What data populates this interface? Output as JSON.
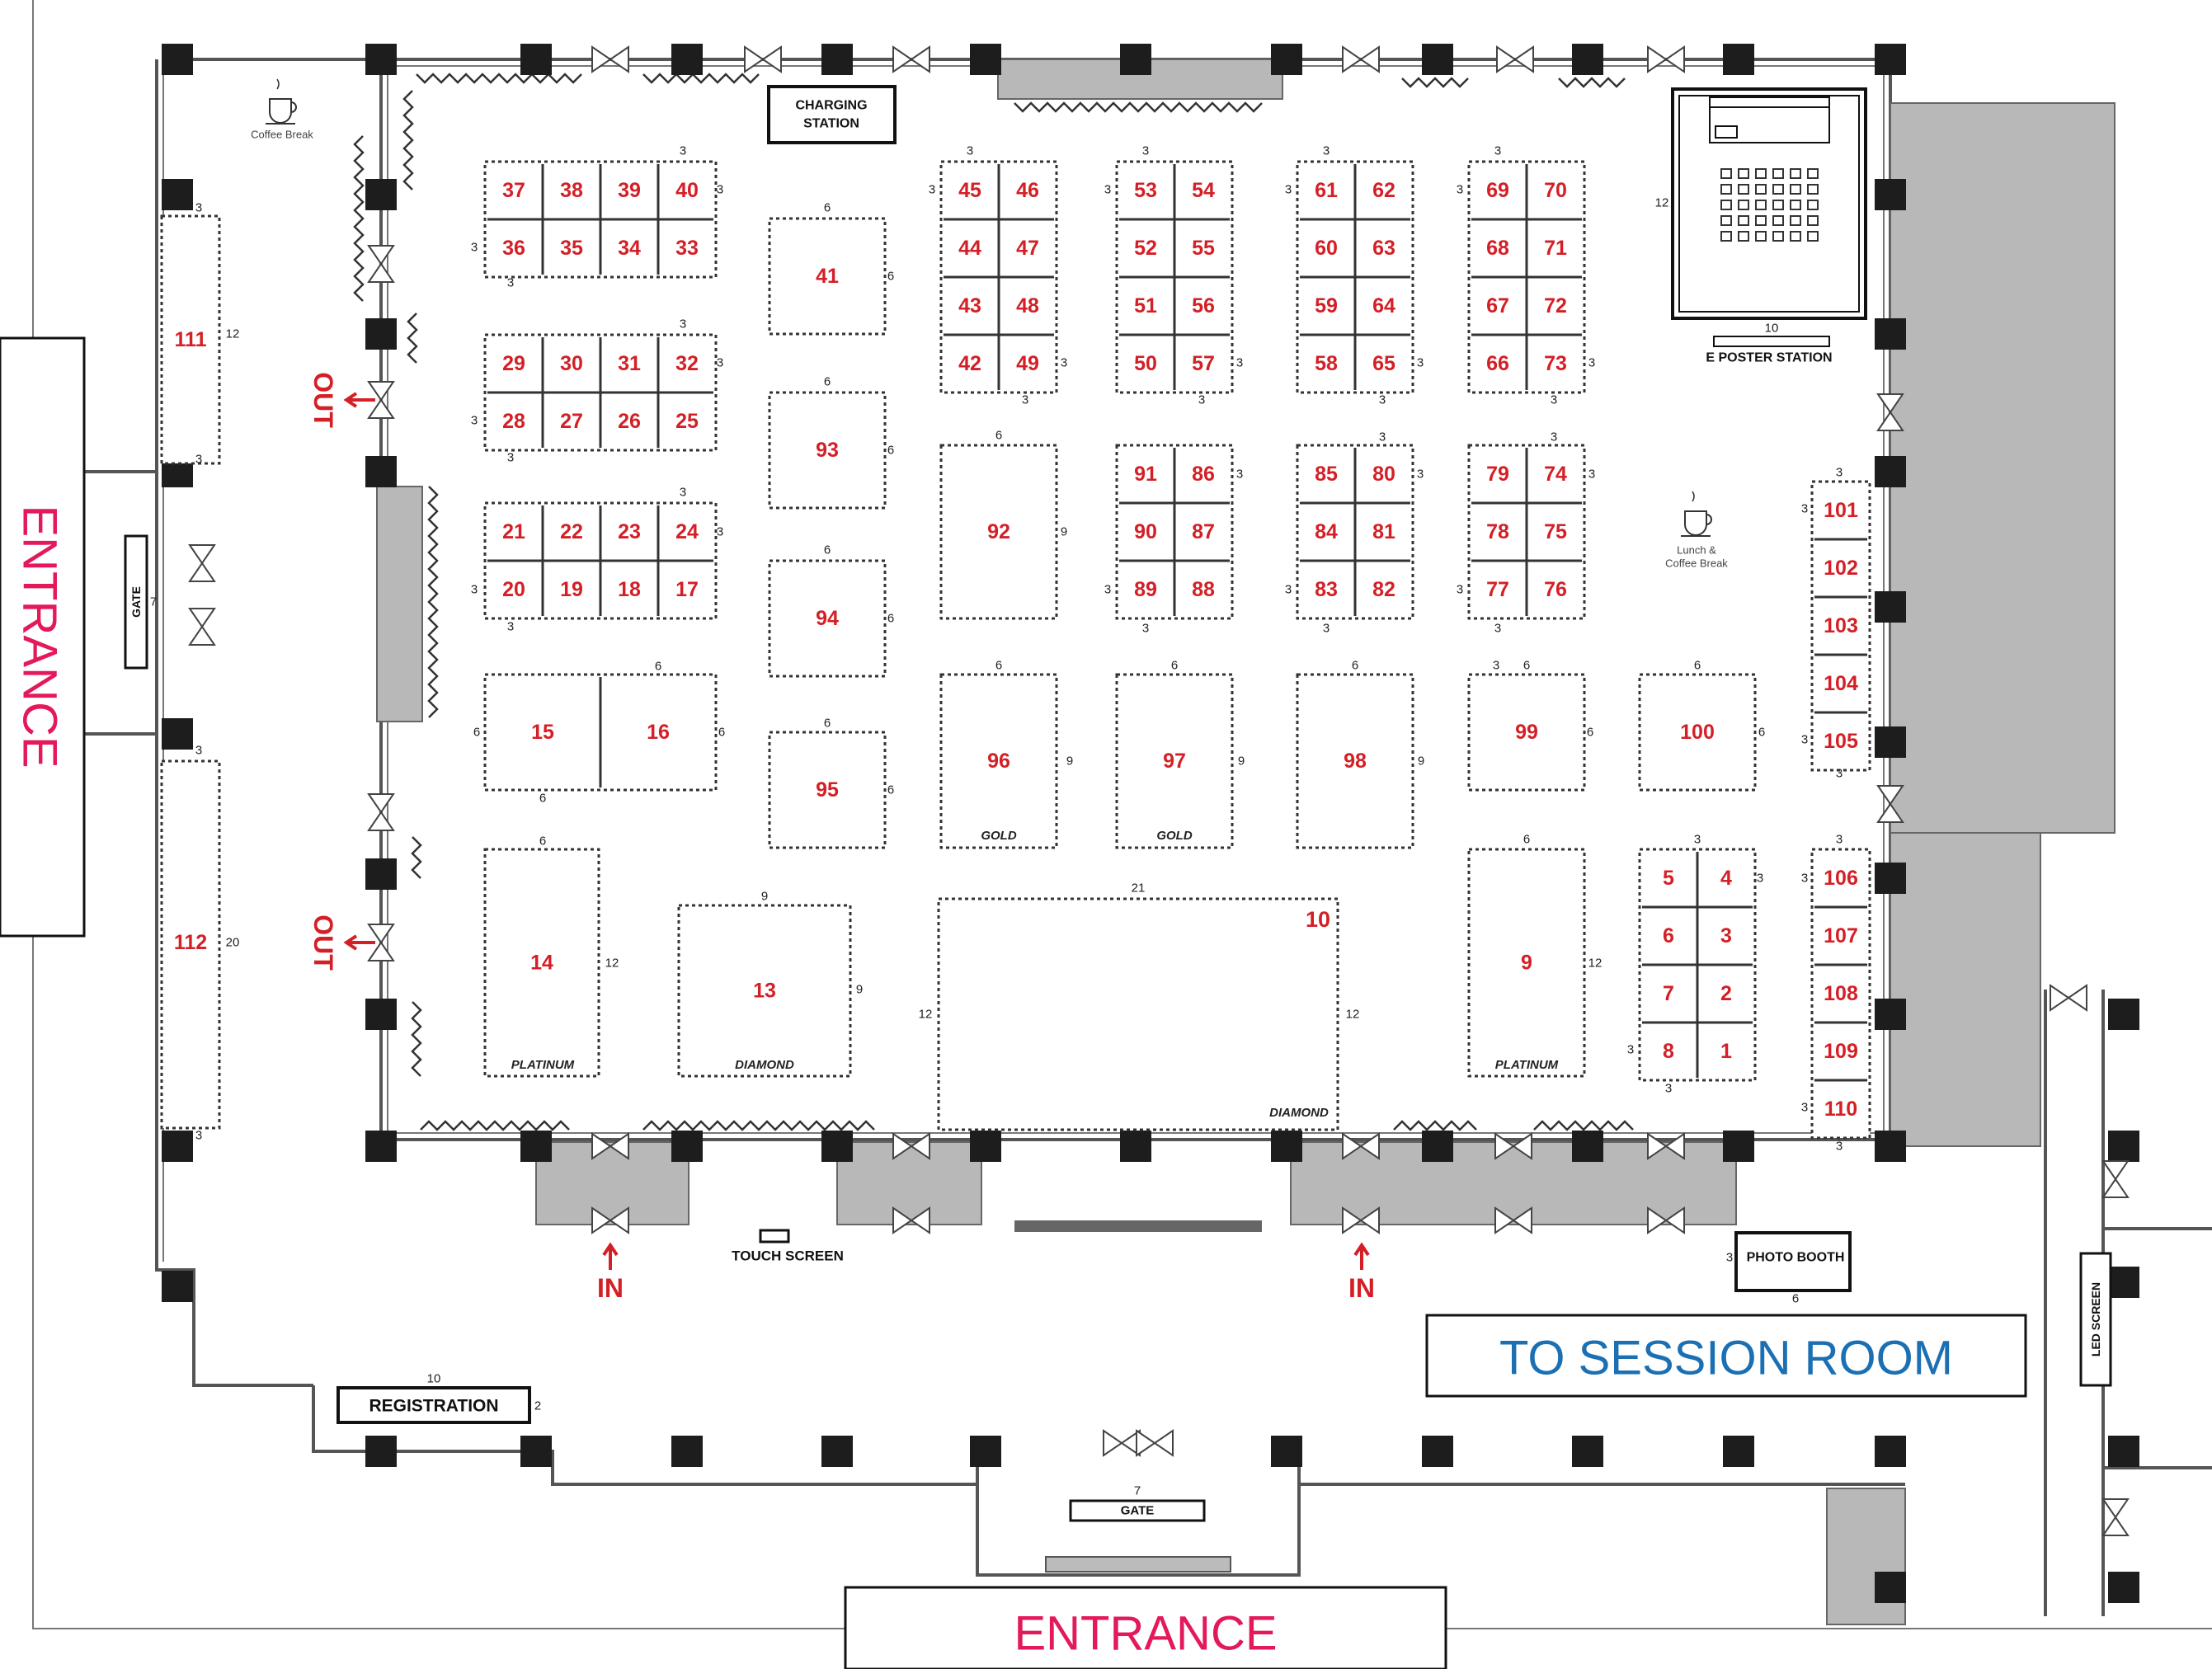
{
  "venue": {
    "entrance_left": "ENTRANCE",
    "entrance_bottom": "ENTRANCE",
    "to_session_room": "TO SESSION ROOM",
    "gate_left": "GATE",
    "gate_left_dim": "7",
    "gate_bottom": "GATE",
    "gate_bottom_dim": "7",
    "registration": "REGISTRATION",
    "registration_dims": [
      "10",
      "2"
    ],
    "charging_station": [
      "CHARGING",
      "STATION"
    ],
    "touch_screen": "TOUCH SCREEN",
    "photo_booth": "PHOTO BOOTH",
    "photo_booth_dims": [
      "3",
      "6"
    ],
    "led_screen": "LED SCREEN",
    "e_poster_station": "E POSTER STATION",
    "e_poster_dims": [
      "12",
      "10"
    ],
    "coffee_break": "Coffee Break",
    "lunch_coffee": [
      "Lunch &",
      "Coffee Break"
    ],
    "flow": {
      "out": "OUT",
      "in": "IN"
    }
  },
  "tiers": {
    "gold": "GOLD",
    "platinum": "PLATINUM",
    "diamond": "DIAMOND"
  },
  "booths": {
    "grid_37": [
      [
        "37",
        "38",
        "39",
        "40"
      ],
      [
        "36",
        "35",
        "34",
        "33"
      ]
    ],
    "grid_29": [
      [
        "29",
        "30",
        "31",
        "32"
      ],
      [
        "28",
        "27",
        "26",
        "25"
      ]
    ],
    "grid_21": [
      [
        "21",
        "22",
        "23",
        "24"
      ],
      [
        "20",
        "19",
        "18",
        "17"
      ]
    ],
    "grid_45": [
      [
        "45",
        "46"
      ],
      [
        "44",
        "47"
      ],
      [
        "43",
        "48"
      ],
      [
        "42",
        "49"
      ]
    ],
    "grid_53": [
      [
        "53",
        "54"
      ],
      [
        "52",
        "55"
      ],
      [
        "51",
        "56"
      ],
      [
        "50",
        "57"
      ]
    ],
    "grid_61": [
      [
        "61",
        "62"
      ],
      [
        "60",
        "63"
      ],
      [
        "59",
        "64"
      ],
      [
        "58",
        "65"
      ]
    ],
    "grid_69": [
      [
        "69",
        "70"
      ],
      [
        "68",
        "71"
      ],
      [
        "67",
        "72"
      ],
      [
        "66",
        "73"
      ]
    ],
    "grid_91": [
      [
        "91",
        "86"
      ],
      [
        "90",
        "87"
      ],
      [
        "89",
        "88"
      ]
    ],
    "grid_85": [
      [
        "85",
        "80"
      ],
      [
        "84",
        "81"
      ],
      [
        "83",
        "82"
      ]
    ],
    "grid_79": [
      [
        "79",
        "74"
      ],
      [
        "78",
        "75"
      ],
      [
        "77",
        "76"
      ]
    ],
    "grid_5": [
      [
        "5",
        "4"
      ],
      [
        "6",
        "3"
      ],
      [
        "7",
        "2"
      ],
      [
        "8",
        "1"
      ]
    ],
    "col_101": [
      "101",
      "102",
      "103",
      "104",
      "105"
    ],
    "col_106": [
      "106",
      "107",
      "108",
      "109",
      "110"
    ],
    "b111": "111",
    "b112": "112",
    "b41": "41",
    "b93": "93",
    "b94": "94",
    "b95": "95",
    "b92": "92",
    "b15": "15",
    "b16": "16",
    "b96": "96",
    "b97": "97",
    "b98": "98",
    "b99": "99",
    "b100": "100",
    "b14": "14",
    "b13": "13",
    "b10": "10",
    "b9": "9"
  },
  "dims": {
    "d3": "3",
    "d6": "6",
    "d9": "9",
    "d10": "10",
    "d12": "12",
    "d20": "20",
    "d21": "21"
  }
}
